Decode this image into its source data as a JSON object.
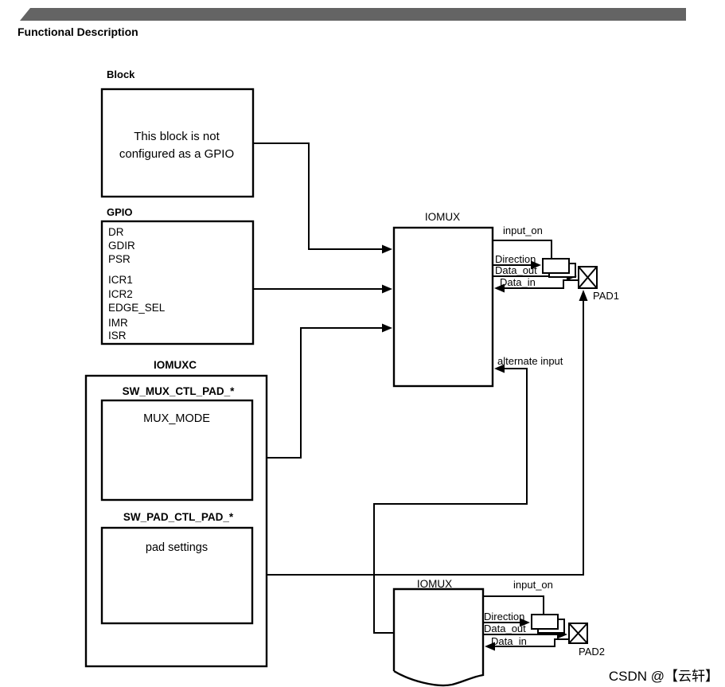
{
  "page": {
    "section_title": "Functional Description",
    "header_bar_color": "#646464",
    "line_color": "#000000",
    "watermark": "CSDN @【云轩】",
    "watermark_color": "#cbcbc7"
  },
  "block_box": {
    "label": "Block",
    "lines": [
      "This block is not",
      "configured as a GPIO"
    ]
  },
  "gpio_box": {
    "label": "GPIO",
    "registers": [
      "DR",
      "GDIR",
      "PSR",
      "ICR1",
      "ICR2",
      "EDGE_SEL",
      "IMR",
      "ISR"
    ]
  },
  "iomuxc": {
    "label": "IOMUXC",
    "mux_section": {
      "title": "SW_MUX_CTL_PAD_*",
      "box_text": "MUX_MODE"
    },
    "pad_section": {
      "title": "SW_PAD_CTL_PAD_*",
      "box_text": "pad settings"
    }
  },
  "iomux_top": {
    "label": "IOMUX",
    "input_on": "input_on",
    "direction": "Direction",
    "data_out": "Data_out",
    "data_in": "Data_in",
    "alternate_input": "alternate input",
    "pad_label": "PAD1"
  },
  "iomux_bottom": {
    "label": "IOMUX",
    "input_on": "input_on",
    "direction": "Direction",
    "data_out": "Data_out",
    "data_in": "Data_in",
    "pad_label": "PAD2"
  }
}
